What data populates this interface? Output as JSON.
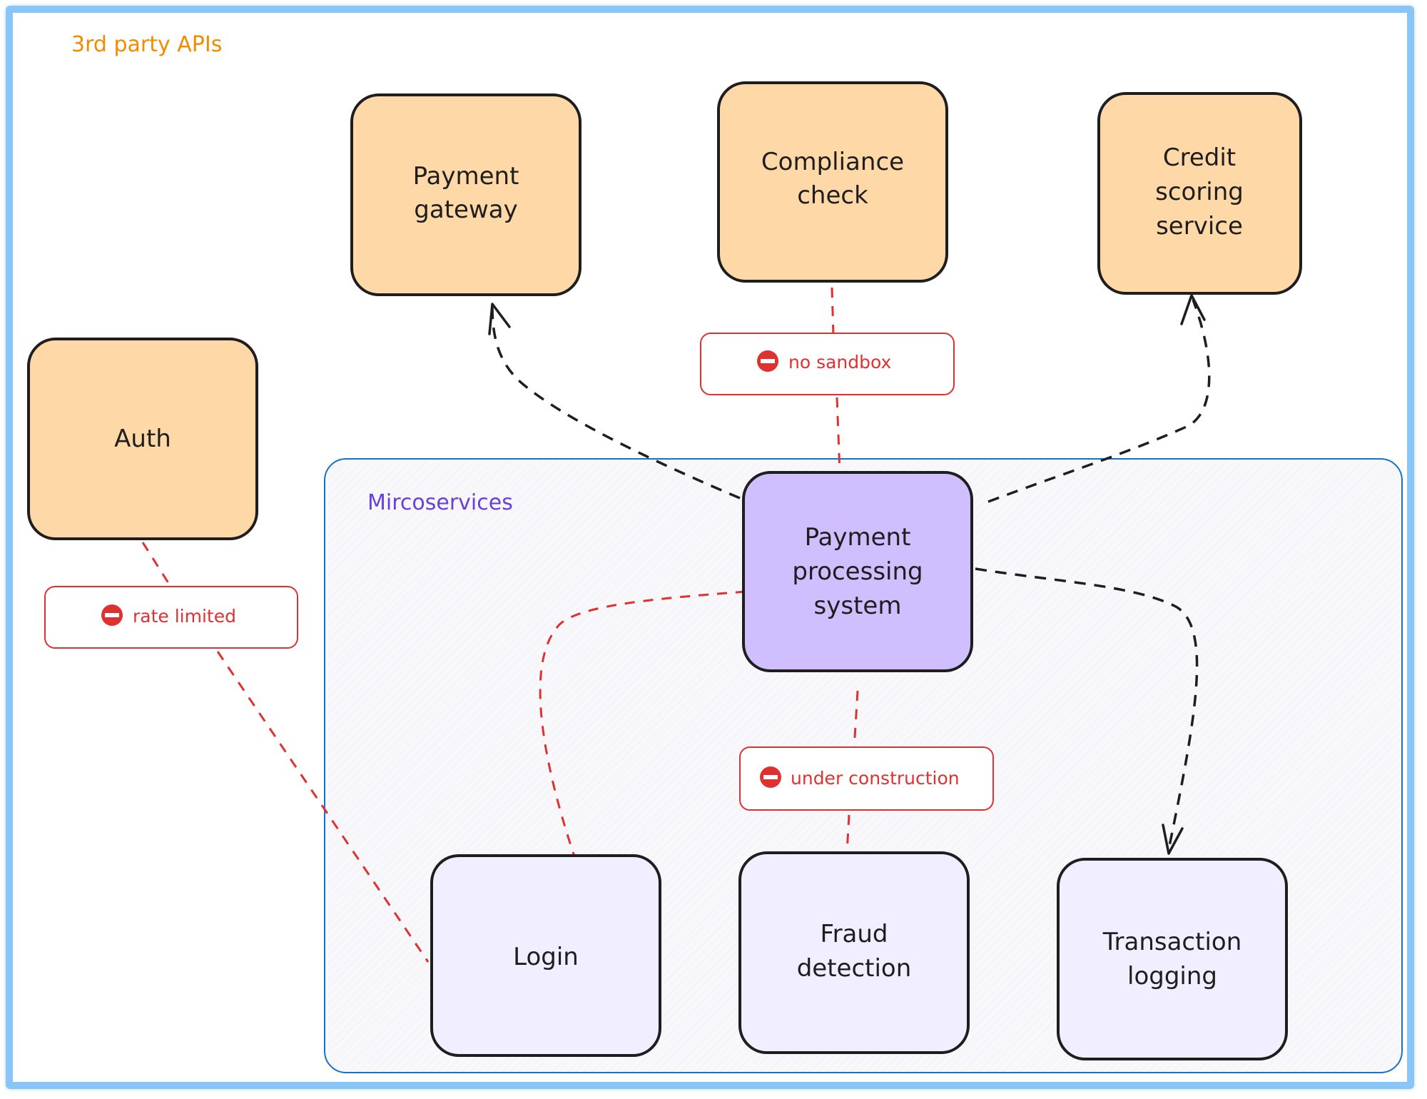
{
  "colors": {
    "frame": "#89c6f5",
    "external_fill": "#ffd8a8",
    "core_fill": "#d0bfff",
    "service_fill": "#f0eeff",
    "group_border": "#1971c2",
    "group_fill": "#f8f8fb",
    "third_party_label": "#f08c00",
    "microservices_label": "#6741d9",
    "blocked": "#e03131",
    "arrow": "#1e1e1e"
  },
  "groups": {
    "third_party": {
      "label": "3rd party APIs"
    },
    "microservices": {
      "label": "Mircoservices"
    }
  },
  "nodes": {
    "payment_gateway": {
      "lines": [
        "Payment",
        "gateway"
      ]
    },
    "compliance_check": {
      "lines": [
        "Compliance",
        "check"
      ]
    },
    "credit_scoring": {
      "lines": [
        "Credit",
        "scoring",
        "service"
      ]
    },
    "auth": {
      "lines": [
        "Auth"
      ]
    },
    "payment_processing": {
      "lines": [
        "Payment",
        "processing",
        "system"
      ]
    },
    "login": {
      "lines": [
        "Login"
      ]
    },
    "fraud_detection": {
      "lines": [
        "Fraud",
        "detection"
      ]
    },
    "transaction_logging": {
      "lines": [
        "Transaction",
        "logging"
      ]
    }
  },
  "badges": {
    "no_sandbox": {
      "label": "no sandbox",
      "icon": "no-entry-icon"
    },
    "rate_limited": {
      "label": "rate limited",
      "icon": "no-entry-icon"
    },
    "under_construction": {
      "label": "under construction",
      "icon": "no-entry-icon"
    }
  }
}
